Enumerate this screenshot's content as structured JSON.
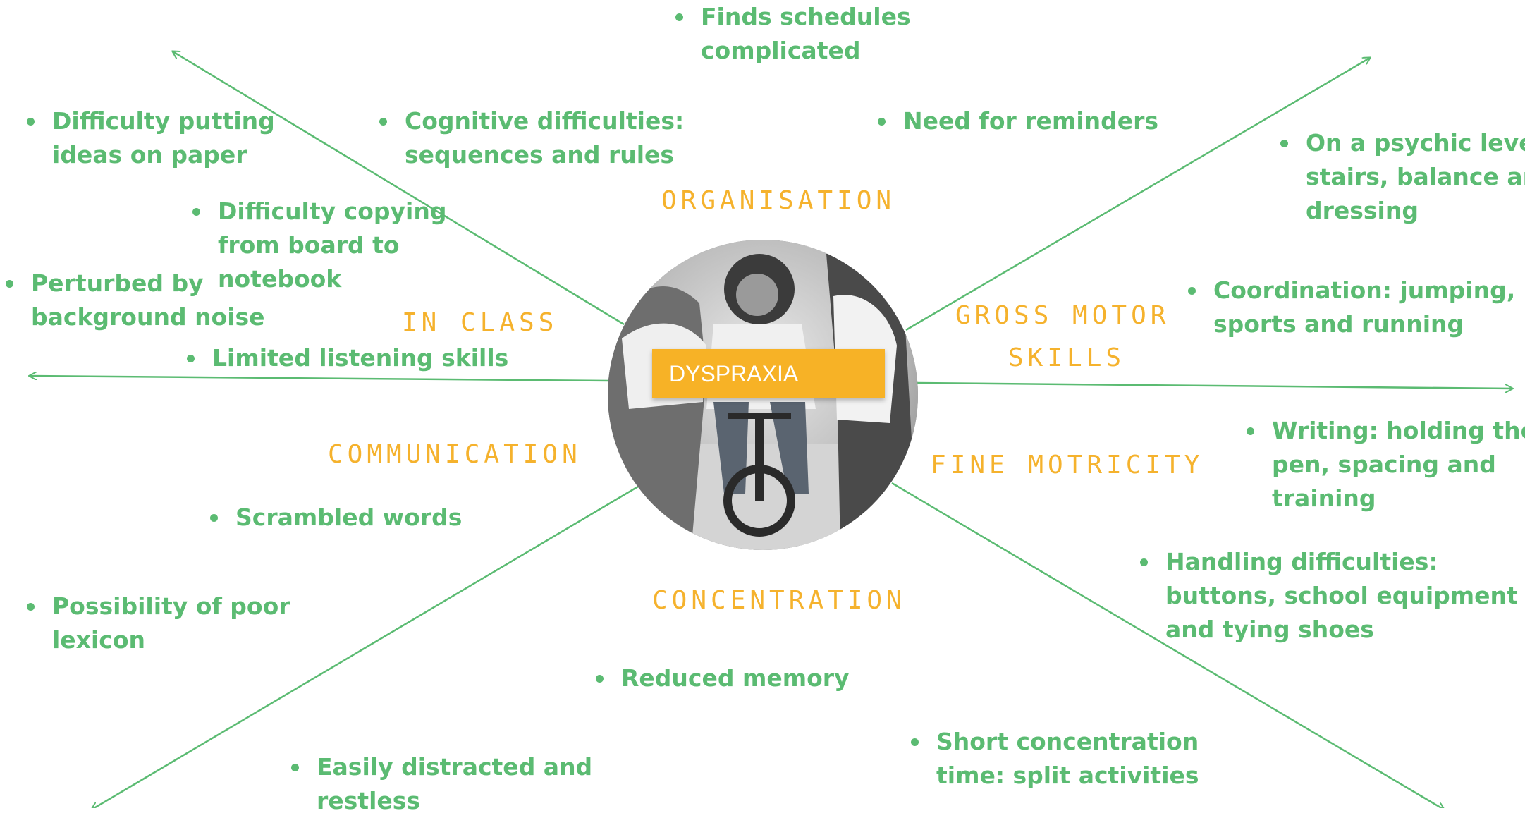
{
  "center": {
    "title": "DYSPRAXIA"
  },
  "categories": {
    "organisation": "ORGANISATION",
    "gross_motor": [
      "GROSS MOTOR",
      "SKILLS"
    ],
    "fine_motricity": "FINE MOTRICITY",
    "concentration": "CONCENTRATION",
    "communication": "COMMUNICATION",
    "in_class": "IN CLASS"
  },
  "bullets": {
    "finds_schedules": [
      "Finds schedules",
      "complicated"
    ],
    "need_reminders": [
      "Need for reminders"
    ],
    "cognitive": [
      "Cognitive difficulties:",
      "sequences and rules"
    ],
    "ideas_paper": [
      "Difficulty putting",
      "ideas on paper"
    ],
    "copying_board": [
      "Difficulty copying",
      "from board to",
      "notebook"
    ],
    "background_noise": [
      "Perturbed by",
      "background noise"
    ],
    "listening": [
      "Limited listening skills"
    ],
    "psychic": [
      "On a psychic level:",
      "stairs, balance and",
      "dressing"
    ],
    "coordination": [
      "Coordination: jumping,",
      "sports and running"
    ],
    "writing": [
      "Writing: holding the",
      "pen, spacing and",
      "training"
    ],
    "handling": [
      "Handling difficulties:",
      "buttons, school equipment",
      "and tying shoes"
    ],
    "short_concentration": [
      "Short concentration",
      "time: split activities"
    ],
    "memory": [
      "Reduced memory"
    ],
    "distracted": [
      "Easily distracted and",
      "restless"
    ],
    "scrambled": [
      "Scrambled words"
    ],
    "lexicon": [
      "Possibility of poor",
      "lexicon"
    ]
  },
  "colors": {
    "line": "#5bbb72",
    "category": "#f5b22d",
    "title_bg": "#f7b226"
  }
}
